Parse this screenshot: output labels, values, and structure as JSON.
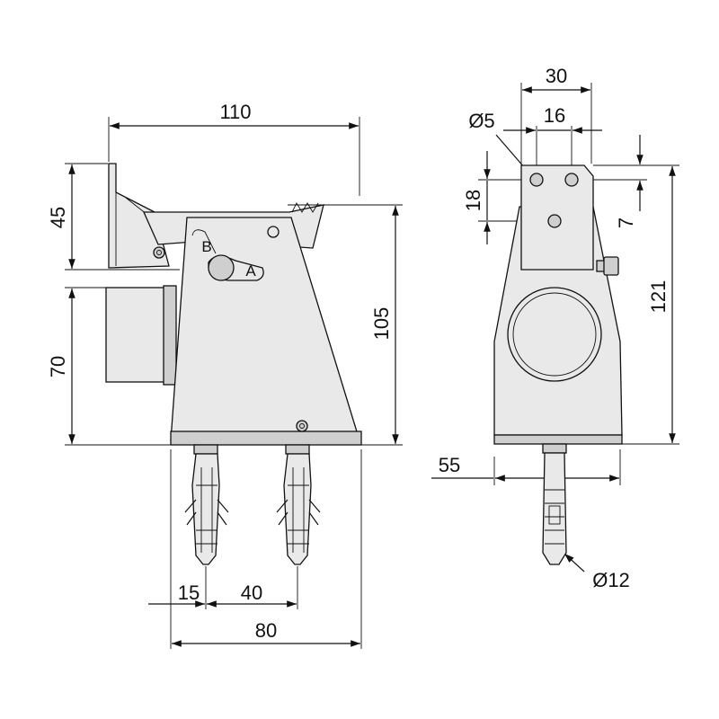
{
  "drawing": {
    "front_view": {
      "dim_width_top": "110",
      "dim_height_upper": "45",
      "dim_height_lower": "70",
      "dim_height_right": "105",
      "dim_offset_left": "15",
      "dim_spacing": "40",
      "dim_width_bottom": "80",
      "label_a": "A",
      "label_b": "B"
    },
    "side_view": {
      "dim_width_top": "30",
      "dim_hole_spacing": "16",
      "dim_hole_diameter": "Ø5",
      "dim_vertical_hole": "18",
      "dim_offset_right": "7",
      "dim_height_total": "121",
      "dim_offset_bottom": "55",
      "dim_plug_diameter": "Ø12"
    }
  }
}
